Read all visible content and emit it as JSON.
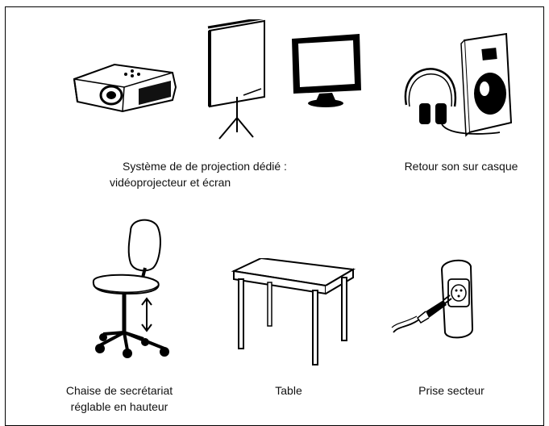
{
  "items": [
    {
      "icon": "projector-screen-tv-icon",
      "caption_lines": [
        "Système de de projection dédié :",
        "vidéoprojecteur et écran"
      ]
    },
    {
      "icon": "headphones-speaker-icon",
      "caption_lines": [
        "Retour son sur casque"
      ]
    },
    {
      "icon": "office-chair-icon",
      "caption_lines": [
        "Chaise de secrétariat",
        "réglable en hauteur"
      ]
    },
    {
      "icon": "table-icon",
      "caption_lines": [
        "Table"
      ]
    },
    {
      "icon": "power-outlet-plug-icon",
      "caption_lines": [
        "Prise secteur"
      ]
    }
  ],
  "colors": {
    "line": "#000000",
    "background": "#ffffff"
  }
}
